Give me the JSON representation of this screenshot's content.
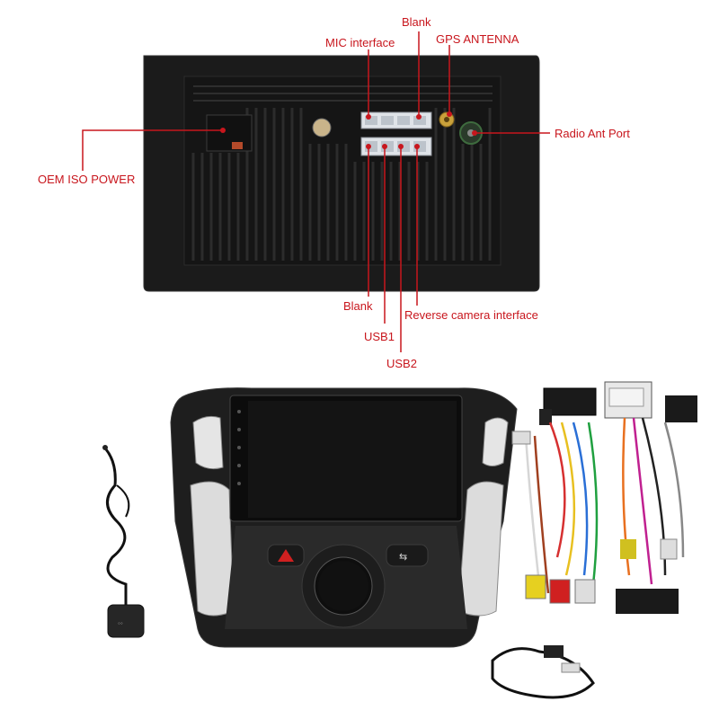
{
  "labels": {
    "blank_top": "Blank",
    "mic_interface": "MIC interface",
    "gps_antenna": "GPS ANTENNA",
    "radio_ant_port": "Radio Ant Port",
    "oem_iso_power": "OEM ISO POWER",
    "blank_bottom": "Blank",
    "reverse_camera": "Reverse camera interface",
    "usb1": "USB1",
    "usb2": "USB2"
  },
  "colors": {
    "callout": "#c8161d",
    "unit_body": "#1c1c1c",
    "panel": "#2a2a2a",
    "hazard": "#d02020"
  },
  "icons": {
    "hazard_button": "hazard-triangle-icon",
    "gps_module": "gps-icon"
  }
}
